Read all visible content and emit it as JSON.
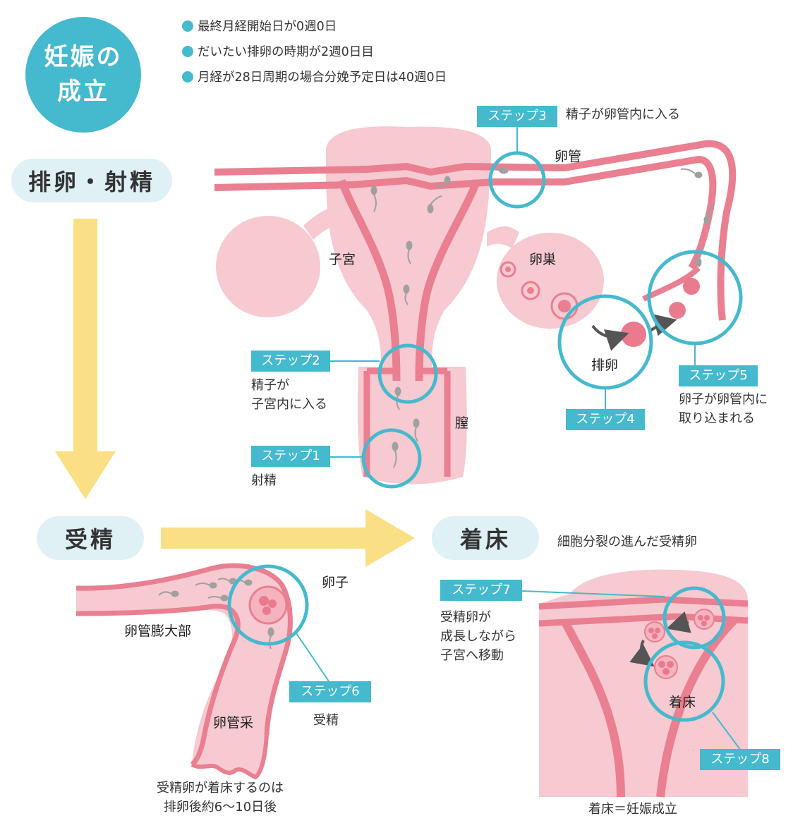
{
  "title": {
    "line1": "妊娠の",
    "line2": "成立"
  },
  "notes": [
    "最終月経開始日が0週0日",
    "だいたい排卵の時期が2週0日目",
    "月経が28日周期の場合分娩予定日は40週0日"
  ],
  "phases": {
    "ovulation": "排卵・射精",
    "fertilization": "受精",
    "implantation": "着床"
  },
  "steps": {
    "s1": "ステップ1",
    "s2": "ステップ2",
    "s3": "ステップ3",
    "s4": "ステップ4",
    "s5": "ステップ5",
    "s6": "ステップ6",
    "s7": "ステップ7",
    "s8": "ステップ8"
  },
  "step_texts": {
    "s1": "射精",
    "s2": [
      "精子が",
      "子宮内に入る"
    ],
    "s3": "精子が卵管内に入る",
    "s5": [
      "卵子が卵管内に",
      "取り込まれる"
    ],
    "s6": "受精",
    "s7": [
      "受精卵が",
      "成長しながら",
      "子宮へ移動"
    ]
  },
  "anatomy": {
    "uterus": "子宮",
    "ovary": "卵巣",
    "tube": "卵管",
    "vagina": "膣",
    "ovulation_label": "排卵",
    "egg": "卵子",
    "ampulla": "卵管膨大部",
    "fimbria": "卵管采",
    "implant_label": "着床"
  },
  "captions": {
    "dividing_egg": "細胞分裂の進んだ受精卵",
    "timing": [
      "受精卵が着床するのは",
      "排卵後約6〜10日後"
    ],
    "pregnancy": "着床＝妊娠成立"
  },
  "colors": {
    "teal": "#45b9cd",
    "pink_wall": "#e97f90",
    "pink_fill": "#f7c9d0",
    "yellow_arrow": "#fbdf85",
    "sperm": "#a0a0a0"
  }
}
